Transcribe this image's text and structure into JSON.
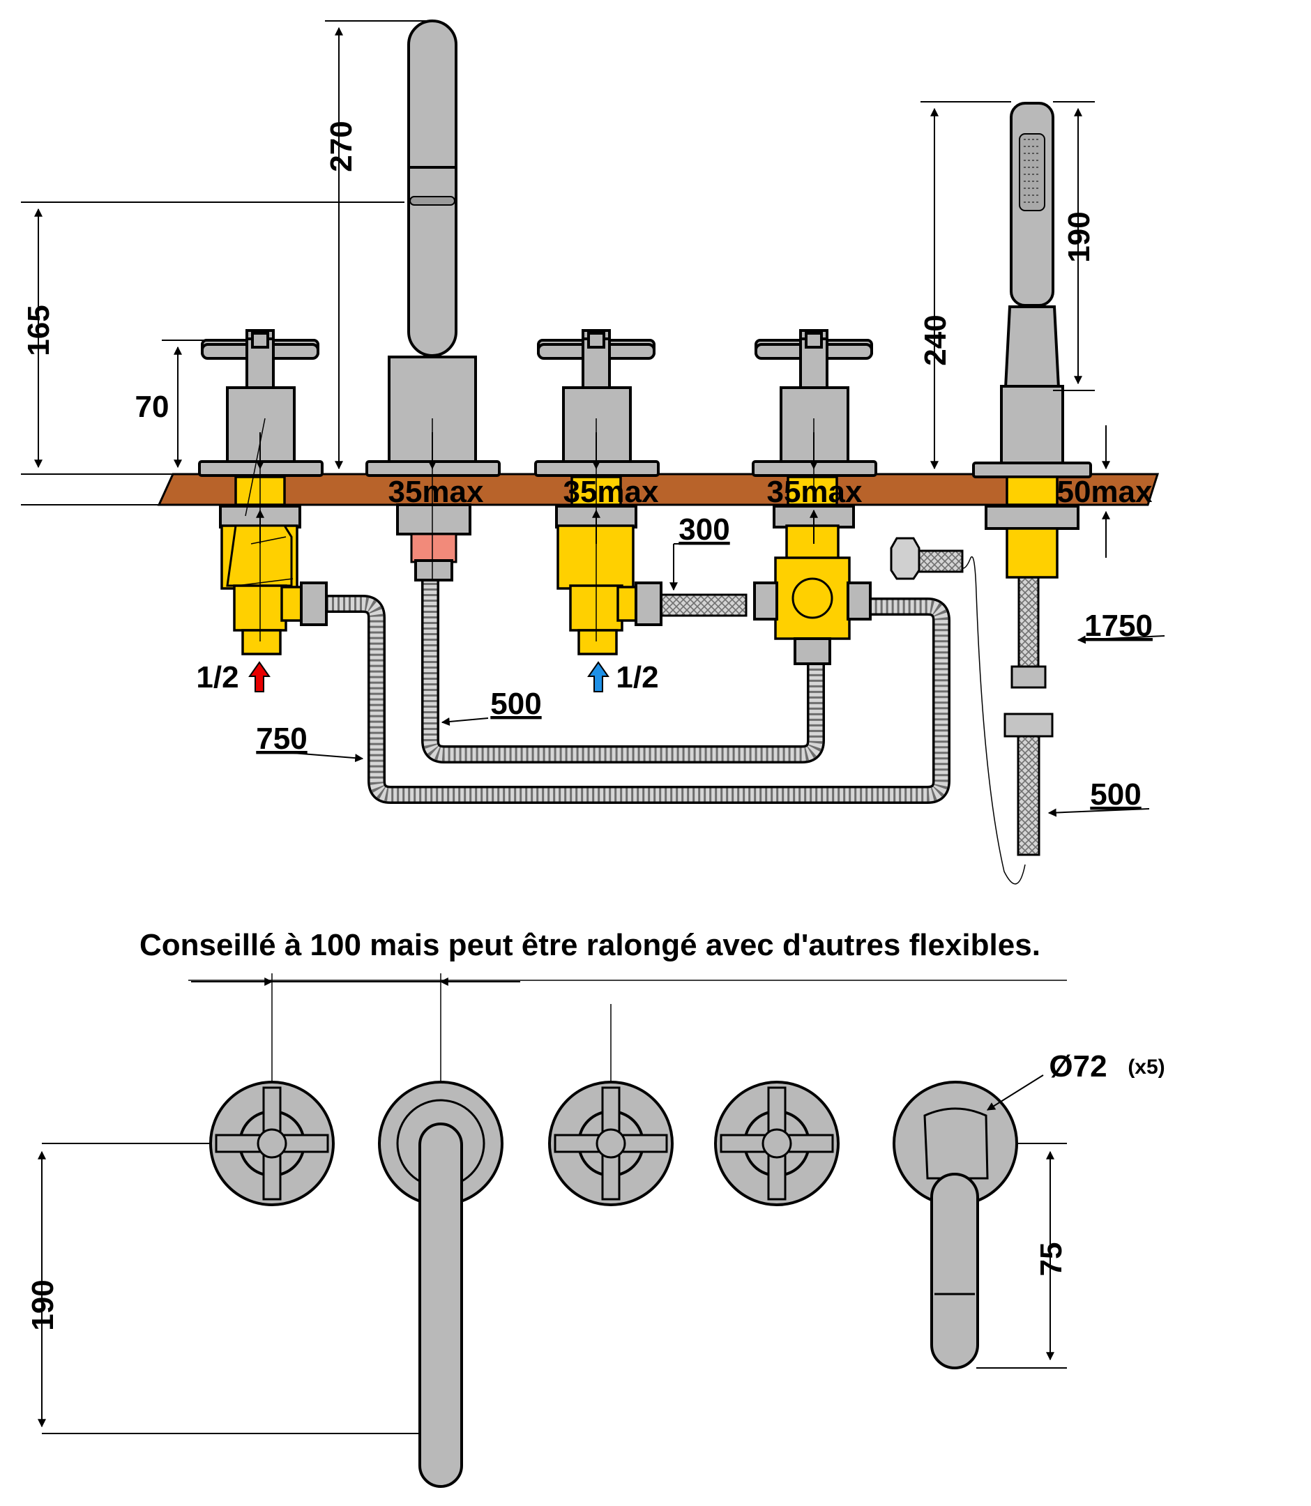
{
  "labels": {
    "d270": "270",
    "d165": "165",
    "d70": "70",
    "d240": "240",
    "d190_top": "190",
    "max1": "35max",
    "max2": "35max",
    "max3": "35max",
    "max4": "50max",
    "d300": "300",
    "d1750": "1750",
    "inlet_hot": "1/2",
    "inlet_cold": "1/2",
    "d500_mid": "500",
    "d750": "750",
    "d500_right": "500",
    "note": "Conseillé à 100 mais peut être ralongé avec d'autres flexibles.",
    "diameter": "Ø72",
    "qty": "(x5)",
    "d75": "75",
    "d190_bottom": "190"
  },
  "colors": {
    "deck": "#b8632a",
    "brass": "#ffd000",
    "chrome": "#b9b9b9",
    "hot_arrow": "#e60000",
    "cold_arrow": "#1e90e6",
    "spout_fitting": "#f28a7a"
  },
  "icons": [
    "hot-inlet-arrow-icon",
    "cold-inlet-arrow-icon"
  ]
}
